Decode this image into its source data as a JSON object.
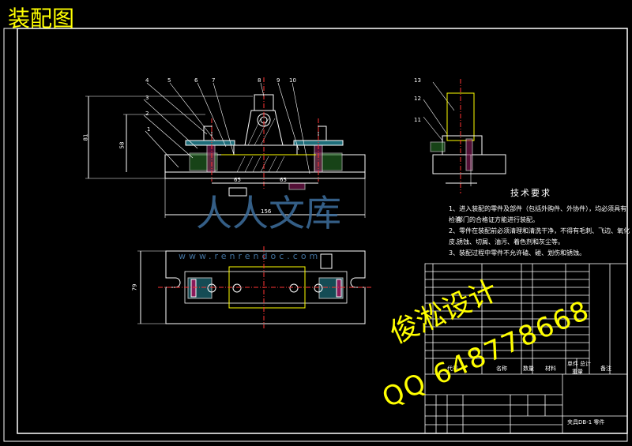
{
  "drawing_title": "装配图",
  "tech_requirements": {
    "title": "技术要求",
    "items": [
      "1、进入装配的零件及部件（包括外购件、外协件），均必须具有检验",
      "部门的合格证方能进行装配。",
      "2、零件在装配前必须清理和清洗干净，不得有毛刺、飞边、氧化皮、",
      "锈蚀、切屑、油污、着色剂和灰尘等。",
      "3、装配过程中零件不允许磕、碰、划伤和锈蚀。"
    ]
  },
  "watermark": {
    "designer": "俊淞设计",
    "qq": "QQ 648778668",
    "site": "www.renrendoc.com",
    "logo_text": "人人文库"
  },
  "balloons": [
    "1",
    "2",
    "3",
    "4",
    "5",
    "6",
    "7",
    "8",
    "9",
    "10",
    "11",
    "12",
    "13"
  ],
  "dimensions": {
    "overall_length": "156",
    "height_a": "81",
    "height_b": "58",
    "d1": "65",
    "d2": "65",
    "width_top": "79"
  },
  "bom_header": {
    "code": "代号",
    "name": "名称",
    "qty": "数量",
    "material": "材料",
    "single_weight": "单件",
    "total_weight": "总计",
    "weight": "重量",
    "remark": "备注"
  },
  "title_block": {
    "drawing_name": "夹具DB-1 零件"
  }
}
